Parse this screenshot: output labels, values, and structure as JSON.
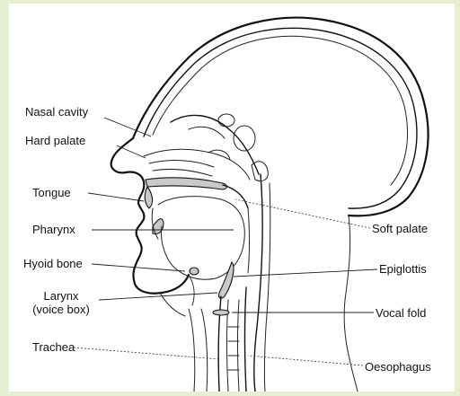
{
  "labels": {
    "nasal_cavity": "Nasal cavity",
    "hard_palate": "Hard palate",
    "tongue": "Tongue",
    "pharynx": "Pharynx",
    "hyoid_bone": "Hyoid bone",
    "larynx_line1": "Larynx",
    "larynx_line2": "(voice box)",
    "trachea": "Trachea",
    "soft_palate": "Soft palate",
    "epiglottis": "Epiglottis",
    "vocal_fold": "Vocal fold",
    "oesophagus": "Oesophagus"
  },
  "colors": {
    "background": "#e6efd2",
    "panel": "#ffffff",
    "ink": "#111111"
  }
}
